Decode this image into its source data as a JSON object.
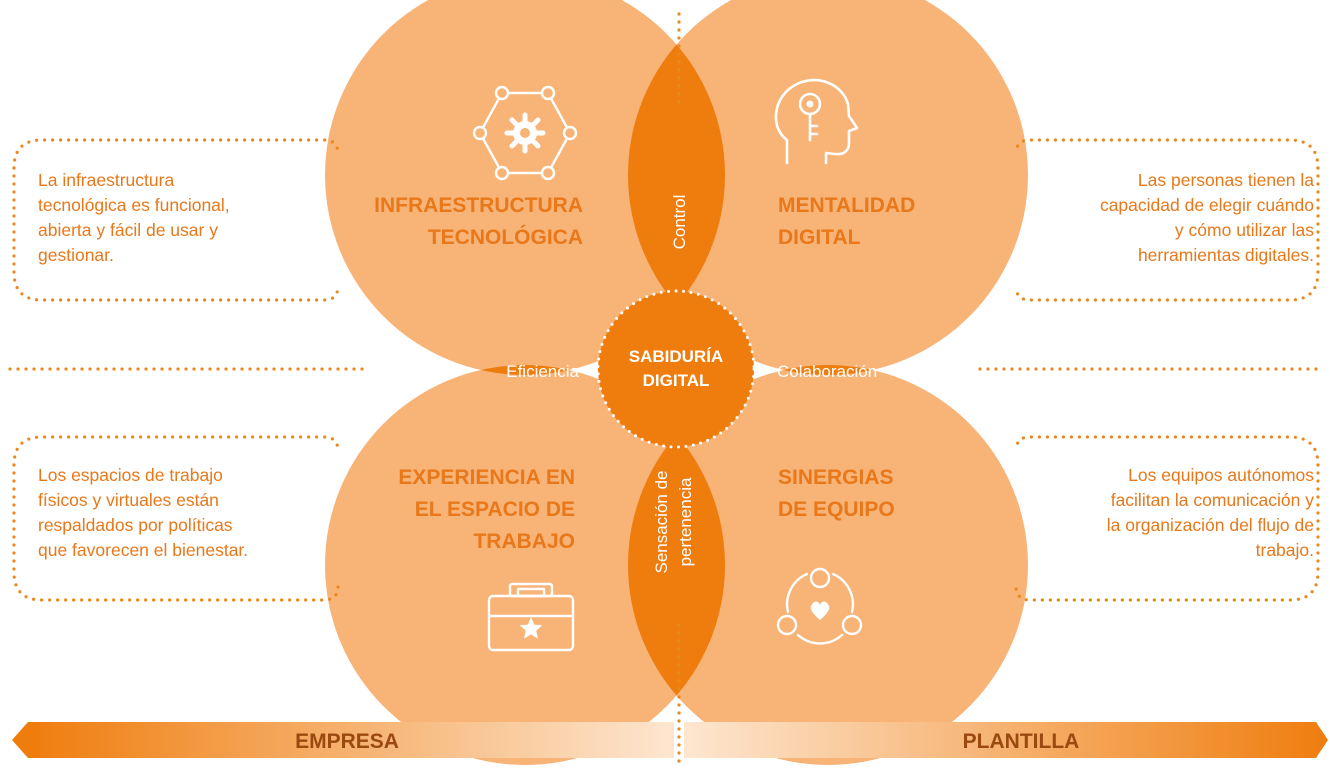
{
  "center": {
    "line1": "SABIDURÍA",
    "line2": "DIGITAL"
  },
  "petals": {
    "top_left": {
      "line1": "INFRAESTRUCTURA",
      "line2": "TECNOLÓGICA",
      "icon": "gear-network-icon"
    },
    "top_right": {
      "line1": "MENTALIDAD",
      "line2": "DIGITAL",
      "icon": "head-key-icon"
    },
    "bottom_left": {
      "line1": "EXPERIENCIA EN",
      "line2": "EL ESPACIO DE",
      "line3": "TRABAJO",
      "icon": "briefcase-star-icon"
    },
    "bottom_right": {
      "line1": "SINERGIAS",
      "line2": "DE EQUIPO",
      "icon": "team-heart-icon"
    }
  },
  "overlaps": {
    "top": "Control",
    "left": "Eficiencia",
    "right": "Colaboración",
    "bottom_line1": "Sensación de",
    "bottom_line2": "pertenencia"
  },
  "descriptions": {
    "top_left": [
      "La infraestructura",
      "tecnológica es funcional,",
      "abierta y fácil de usar y",
      "gestionar."
    ],
    "top_right": [
      "Las personas tienen la",
      "capacidad de elegir cuándo",
      "y cómo utilizar las",
      "herramientas digitales."
    ],
    "bottom_left": [
      "Los espacios de trabajo",
      "físicos y virtuales están",
      "respaldados por políticas",
      "que favorecen el bienestar."
    ],
    "bottom_right": [
      "Los equipos autónomos",
      "facilitan la comunicación y",
      "la organización del flujo de",
      "trabajo."
    ]
  },
  "bar": {
    "left": "EMPRESA",
    "right": "PLANTILLA"
  },
  "colors": {
    "light": "#f8b377",
    "dark": "#ef7d0e",
    "text": "#e8781a",
    "dots": "#e8891f"
  }
}
